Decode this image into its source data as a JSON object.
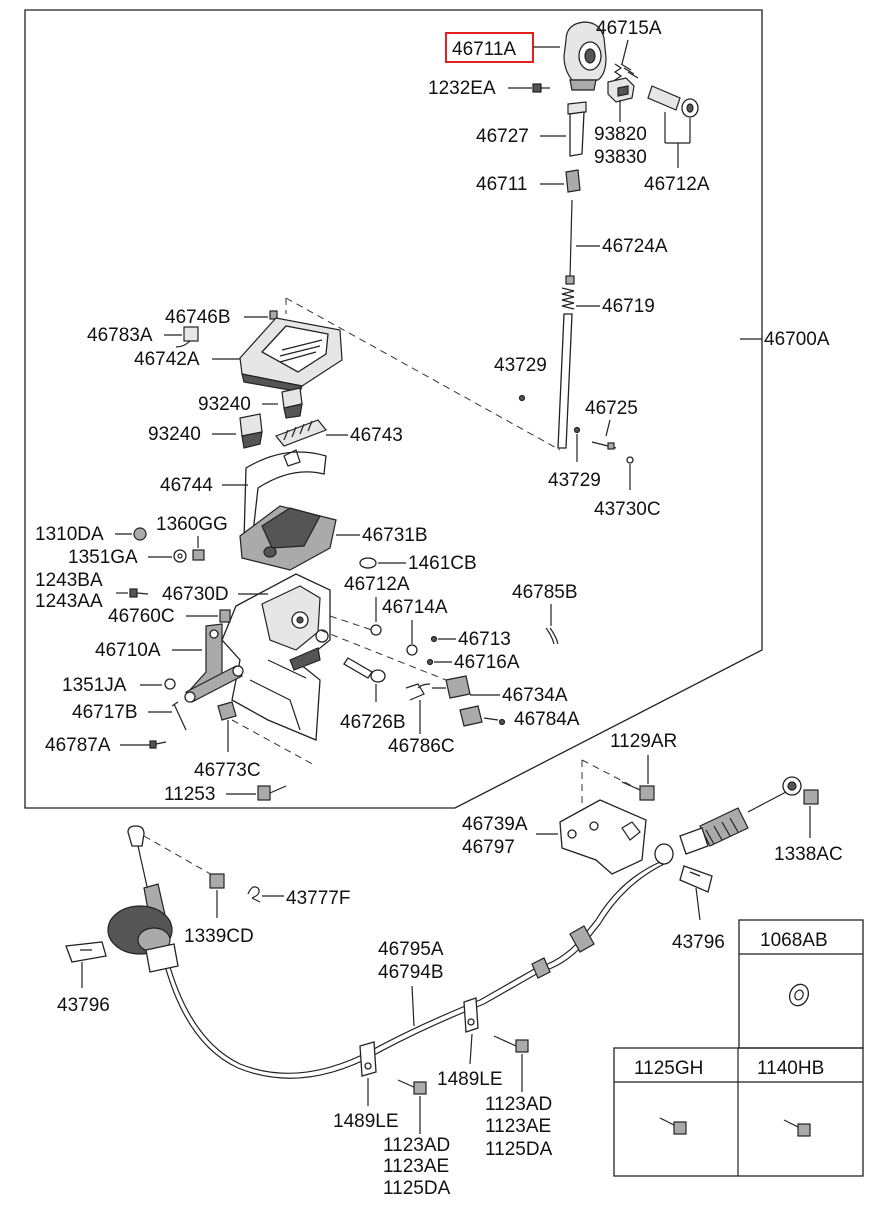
{
  "labels": {
    "p46711A": "46711A",
    "p46715A": "46715A",
    "p1232EA": "1232EA",
    "p46727": "46727",
    "p93820": "93820",
    "p93830": "93830",
    "p46712A_top": "46712A",
    "p46711": "46711",
    "p46724A": "46724A",
    "p46719": "46719",
    "p46700A": "46700A",
    "p46746B": "46746B",
    "p46783A": "46783A",
    "p46742A": "46742A",
    "p43729_a": "43729",
    "p46725": "46725",
    "p93240_a": "93240",
    "p93240_b": "93240",
    "p46743": "46743",
    "p43729_b": "43729",
    "p43730C": "43730C",
    "p46744": "46744",
    "p1310DA": "1310DA",
    "p1360GG": "1360GG",
    "p46731B": "46731B",
    "p1351GA": "1351GA",
    "p1461CB": "1461CB",
    "p1243BA": "1243BA",
    "p1243AA": "1243AA",
    "p46730D": "46730D",
    "p46712A_mid": "46712A",
    "p46785B": "46785B",
    "p46760C": "46760C",
    "p46714A": "46714A",
    "p46713": "46713",
    "p46710A": "46710A",
    "p46716A": "46716A",
    "p1351JA": "1351JA",
    "p46734A": "46734A",
    "p46717B": "46717B",
    "p46726B": "46726B",
    "p46784A": "46784A",
    "p46787A": "46787A",
    "p46786C": "46786C",
    "p46773C": "46773C",
    "p11253": "11253",
    "p1129AR": "1129AR",
    "p46739A": "46739A",
    "p46797": "46797",
    "p1338AC": "1338AC",
    "p43777F": "43777F",
    "p1339CD": "1339CD",
    "p43796_right": "43796",
    "p43796_left": "43796",
    "p46795A": "46795A",
    "p46794B": "46794B",
    "p1489LE_right": "1489LE",
    "p1489LE_left": "1489LE",
    "p1123AD_right": "1123AD",
    "p1123AE_right": "1123AE",
    "p1125DA_right": "1125DA",
    "p1123AD_left": "1123AD",
    "p1123AE_left": "1123AE",
    "p1125DA_left": "1125DA"
  },
  "table": {
    "h1068AB": "1068AB",
    "h1125GH": "1125GH",
    "h1140HB": "1140HB"
  },
  "highlight": {
    "part": "46711A",
    "color": "#e32020"
  }
}
